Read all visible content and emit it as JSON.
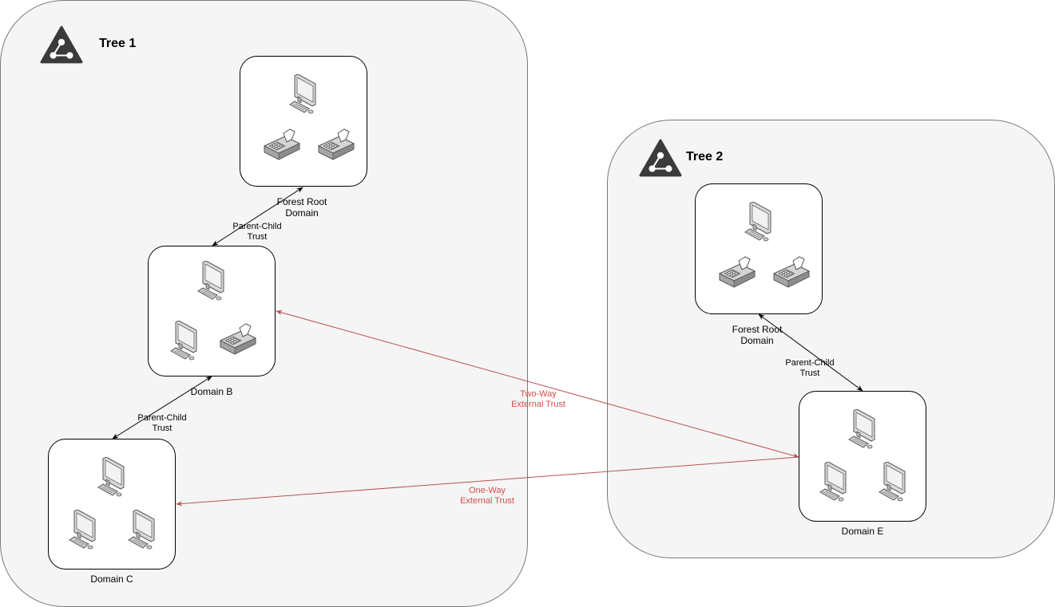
{
  "trees": [
    {
      "title": "Tree 1"
    },
    {
      "title": "Tree 2"
    }
  ],
  "domains": {
    "tree1_root": {
      "label": "Forest Root\nDomain",
      "devices": [
        "computer-icon",
        "fax-icon",
        "fax-icon"
      ]
    },
    "domain_b": {
      "label": "Domain B",
      "devices": [
        "computer-icon",
        "computer-icon",
        "fax-icon"
      ]
    },
    "domain_c": {
      "label": "Domain C",
      "devices": [
        "computer-icon",
        "computer-icon",
        "computer-icon"
      ]
    },
    "tree2_root": {
      "label": "Forest Root\nDomain",
      "devices": [
        "computer-icon",
        "fax-icon",
        "fax-icon"
      ]
    },
    "domain_e": {
      "label": "Domain E",
      "devices": [
        "computer-icon",
        "computer-icon",
        "computer-icon"
      ]
    }
  },
  "edges": {
    "root_b": {
      "label": "Parent-Child\nTrust",
      "type": "two-way",
      "color": "#000000"
    },
    "b_c": {
      "label": "Parent-Child\nTrust",
      "type": "two-way",
      "color": "#000000"
    },
    "root2_e": {
      "label": "Parent-Child\nTrust",
      "type": "two-way",
      "color": "#000000"
    },
    "b_e": {
      "label": "Two-Way\nExternal Trust",
      "type": "one-arrow-to-b",
      "color": "#b85450"
    },
    "c_e": {
      "label": "One-Way\nExternal Trust",
      "type": "one-arrow-to-c",
      "color": "#b85450"
    }
  }
}
